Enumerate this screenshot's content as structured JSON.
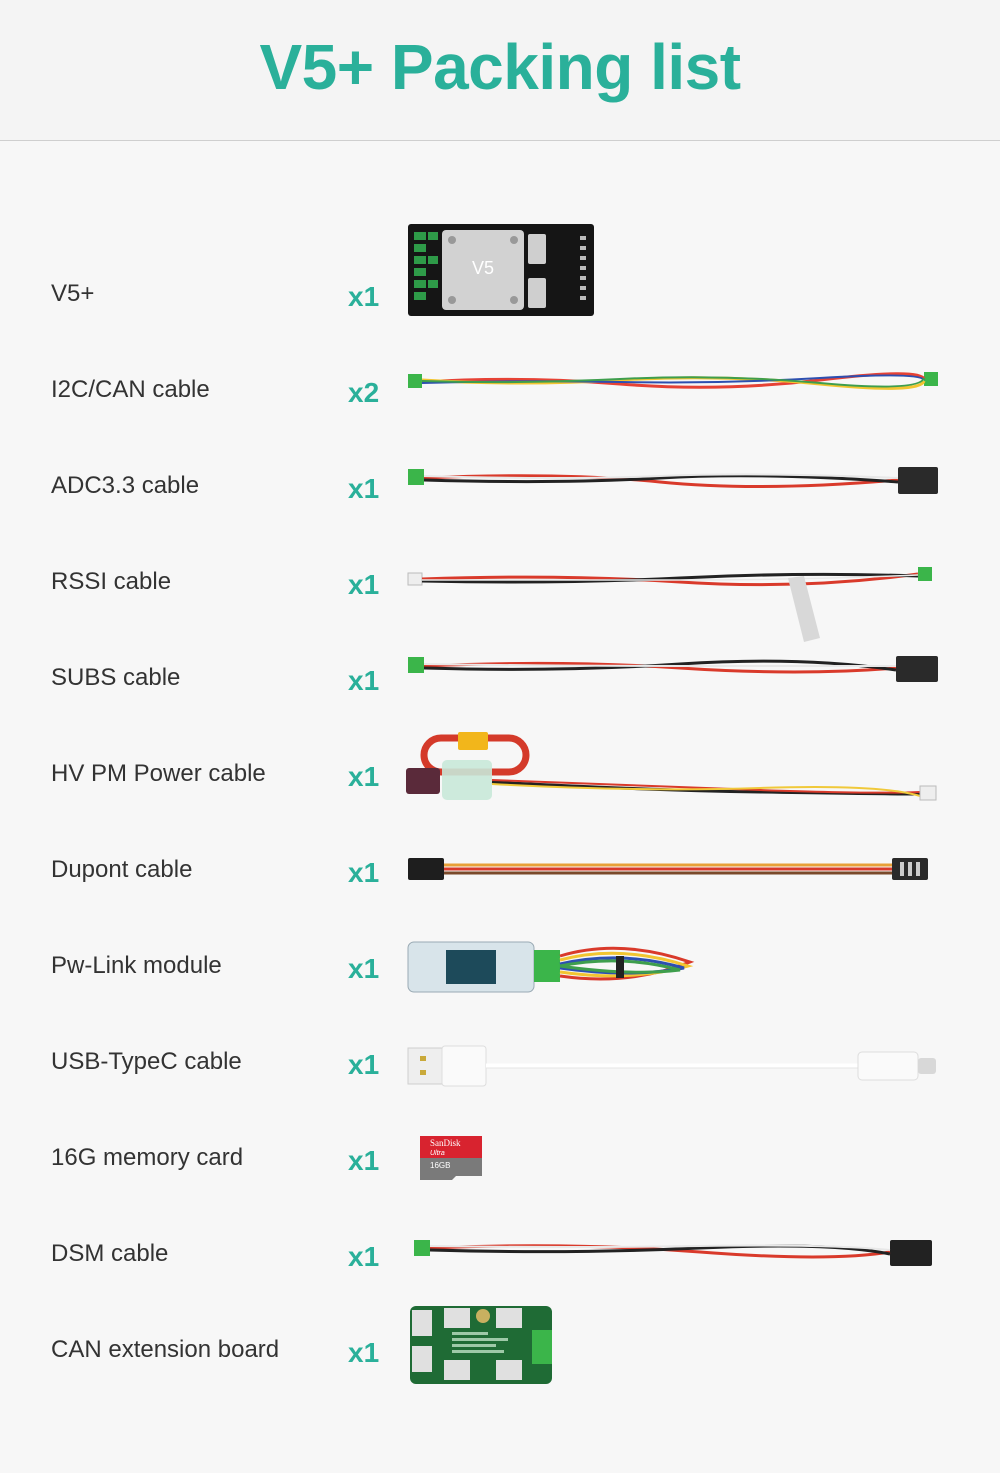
{
  "header": {
    "title": "V5+ Packing list"
  },
  "items": [
    {
      "label": "V5+",
      "qty": "x1",
      "icon": "flight-controller-icon"
    },
    {
      "label": "I2C/CAN cable",
      "qty": "x2",
      "icon": "cable-icon"
    },
    {
      "label": "ADC3.3 cable",
      "qty": "x1",
      "icon": "cable-icon"
    },
    {
      "label": "RSSI cable",
      "qty": "x1",
      "icon": "cable-icon"
    },
    {
      "label": "SUBS cable",
      "qty": "x1",
      "icon": "cable-icon"
    },
    {
      "label": "HV PM Power cable",
      "qty": "x1",
      "icon": "power-module-icon"
    },
    {
      "label": "Dupont cable",
      "qty": "x1",
      "icon": "cable-icon"
    },
    {
      "label": "Pw-Link module",
      "qty": "x1",
      "icon": "pw-link-module-icon"
    },
    {
      "label": "USB-TypeC cable",
      "qty": "x1",
      "icon": "usb-cable-icon"
    },
    {
      "label": "16G memory card",
      "qty": "x1",
      "icon": "memory-card-icon"
    },
    {
      "label": "DSM cable",
      "qty": "x1",
      "icon": "cable-icon"
    },
    {
      "label": "CAN extension board",
      "qty": "x1",
      "icon": "can-board-icon"
    }
  ],
  "pictures": {
    "v5_label": "V5",
    "sd_brand": "SanDisk",
    "sd_line": "Ultra",
    "sd_capacity": "16GB"
  },
  "colors": {
    "accent": "#2ab09a",
    "text": "#333333",
    "background": "#f7f7f7"
  }
}
